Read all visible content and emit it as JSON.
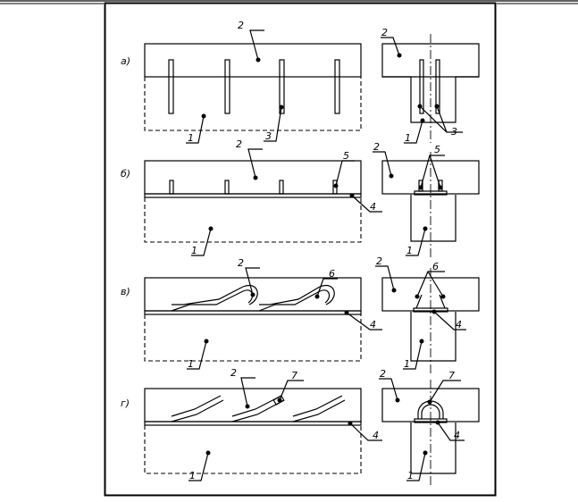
{
  "panels": [
    {
      "id": "a",
      "label": "а)"
    },
    {
      "id": "b",
      "label": "б)"
    },
    {
      "id": "v",
      "label": "в)"
    },
    {
      "id": "g",
      "label": "г)"
    }
  ],
  "callouts": {
    "n1": "1",
    "n2": "2",
    "n3": "3",
    "n4": "4",
    "n5": "5",
    "n6": "6",
    "n7": "7"
  }
}
